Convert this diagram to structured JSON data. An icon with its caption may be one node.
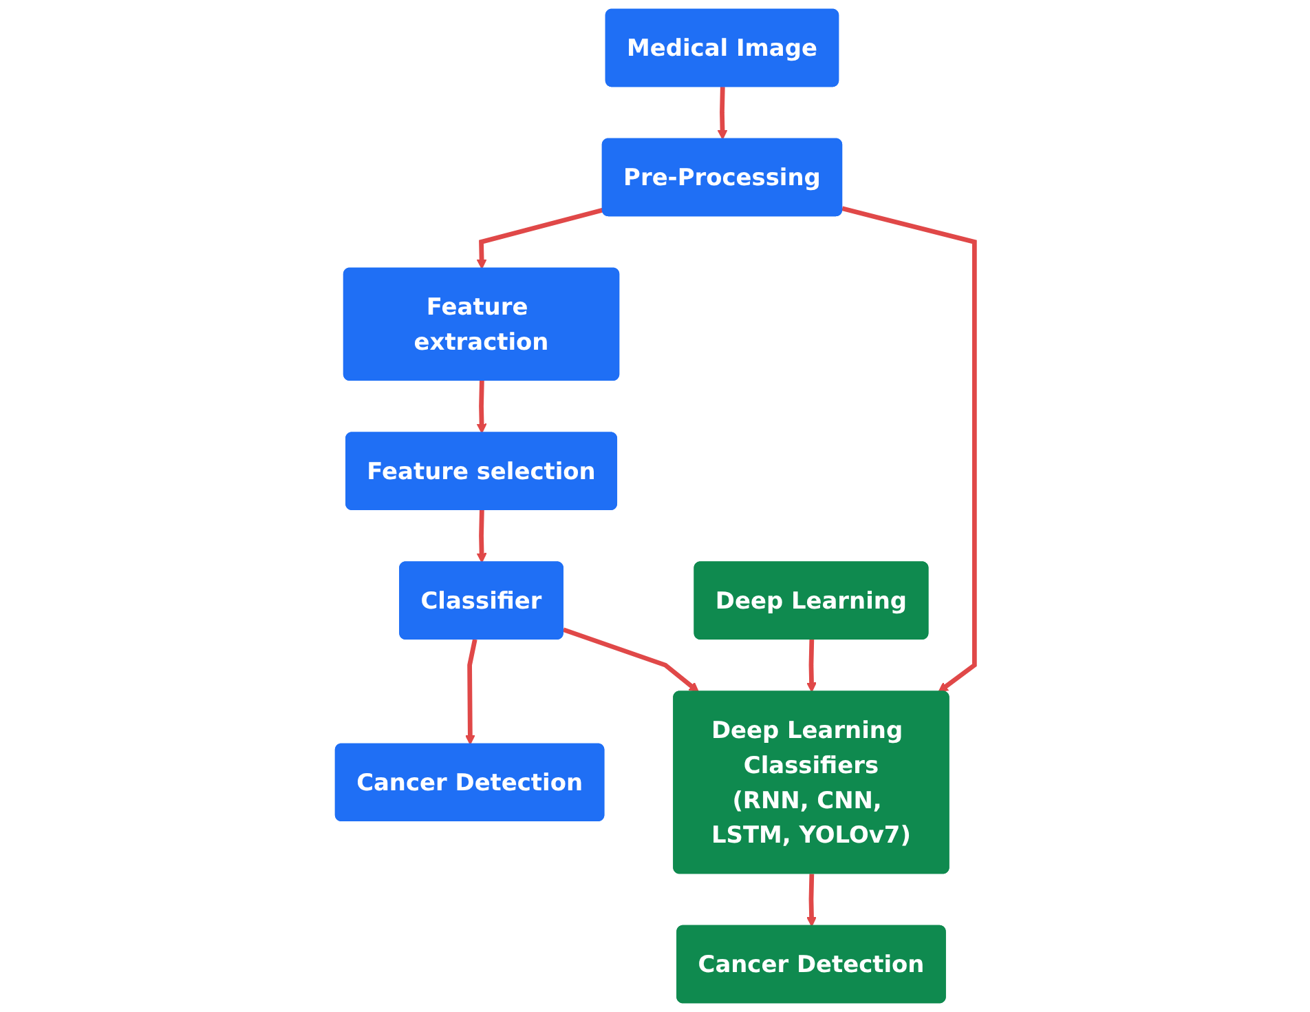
{
  "diagram": {
    "nodes": [
      {
        "text": [
          "Medical Image"
        ]
      },
      {
        "text": [
          "Pre-Processing"
        ]
      },
      {
        "text": [
          "Feature extraction"
        ]
      },
      {
        "text": [
          "Feature selection"
        ]
      },
      {
        "text": [
          "Classifier"
        ]
      },
      {
        "text": [
          "Cancer Detection"
        ]
      },
      {
        "text": [
          "Deep Learning"
        ]
      },
      {
        "text": [
          "Deep Learning Classifiers",
          "(RNN, CNN, LSTM, YOLOv7)"
        ]
      },
      {
        "text": [
          "Cancer Detection"
        ]
      }
    ],
    "edges": [
      {
        "from": 0,
        "to": 1,
        "arrow": "to"
      },
      {
        "from": 1,
        "to": 2,
        "arrow": "to"
      },
      {
        "from": 2,
        "to": 3,
        "arrow": "to"
      },
      {
        "from": 3,
        "to": 4,
        "arrow": "to"
      },
      {
        "from": 4,
        "to": 5,
        "arrow": "to"
      },
      {
        "from": 6,
        "to": 7,
        "arrow": "to"
      },
      {
        "from": 1,
        "to": 7,
        "arrow": "to"
      },
      {
        "from": 4,
        "to": 7,
        "arrow": "to"
      },
      {
        "from": 7,
        "to": 8,
        "arrow": "to"
      }
    ]
  }
}
